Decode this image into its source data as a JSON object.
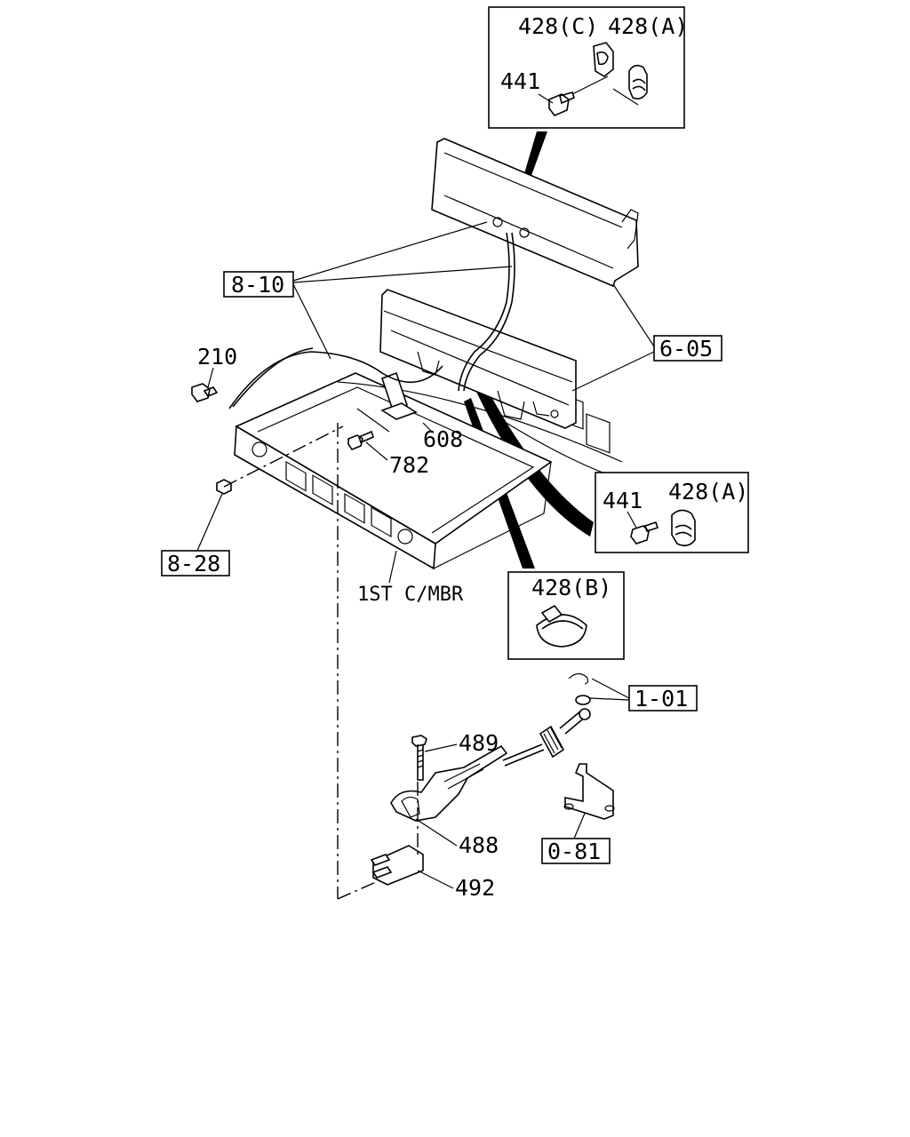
{
  "callouts": {
    "inset_top": {
      "c428": "428(C)",
      "a428": "428(A)",
      "p441": "441"
    },
    "inset_right": {
      "p441": "441",
      "a428": "428(A)"
    },
    "inset_bottom": {
      "b428": "428(B)"
    },
    "ref_8_10": "8-10",
    "ref_6_05": "6-05",
    "ref_8_28": "8-28",
    "ref_1_01": "1-01",
    "ref_0_81": "0-81",
    "p210": "210",
    "p608": "608",
    "p782": "782",
    "p489": "489",
    "p488": "488",
    "p492": "492",
    "member_label": "1ST C/MBR"
  }
}
